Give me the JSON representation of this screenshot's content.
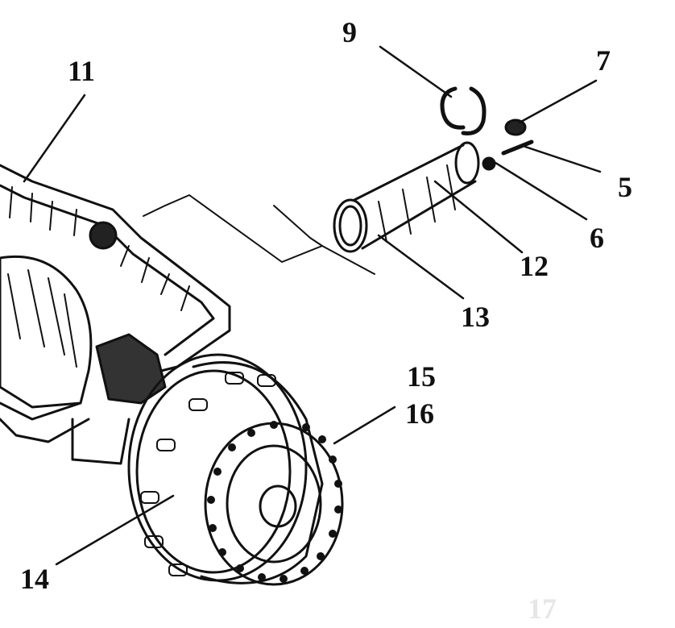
{
  "diagram": {
    "callouts": [
      {
        "id": "9",
        "label": "9"
      },
      {
        "id": "11",
        "label": "11"
      },
      {
        "id": "7",
        "label": "7"
      },
      {
        "id": "5",
        "label": "5"
      },
      {
        "id": "6",
        "label": "6"
      },
      {
        "id": "12",
        "label": "12"
      },
      {
        "id": "13",
        "label": "13"
      },
      {
        "id": "15",
        "label": "15"
      },
      {
        "id": "16",
        "label": "16"
      },
      {
        "id": "14",
        "label": "14"
      },
      {
        "id": "17",
        "label": "17"
      }
    ]
  }
}
